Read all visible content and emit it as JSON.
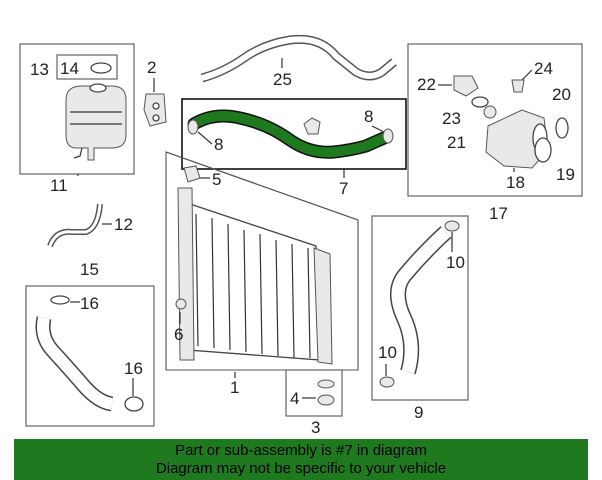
{
  "labels": {
    "p1": "1",
    "p2": "2",
    "p3": "3",
    "p4": "4",
    "p5": "5",
    "p6": "6",
    "p7": "7",
    "p8a": "8",
    "p8b": "8",
    "p9": "9",
    "p10a": "10",
    "p10b": "10",
    "p11": "11",
    "p12": "12",
    "p13": "13",
    "p14": "14",
    "p15": "15",
    "p16a": "16",
    "p16b": "16",
    "p17": "17",
    "p18": "18",
    "p19": "19",
    "p20": "20",
    "p21": "21",
    "p22": "22",
    "p23": "23",
    "p24": "24",
    "p25": "25"
  },
  "banner": {
    "line1": "Part or sub-assembly is #7 in diagram",
    "line2": "Diagram may not be specific to your vehicle"
  },
  "colors": {
    "highlight_hose": "#1f7a1f",
    "banner_bg": "#1f7a1f"
  }
}
